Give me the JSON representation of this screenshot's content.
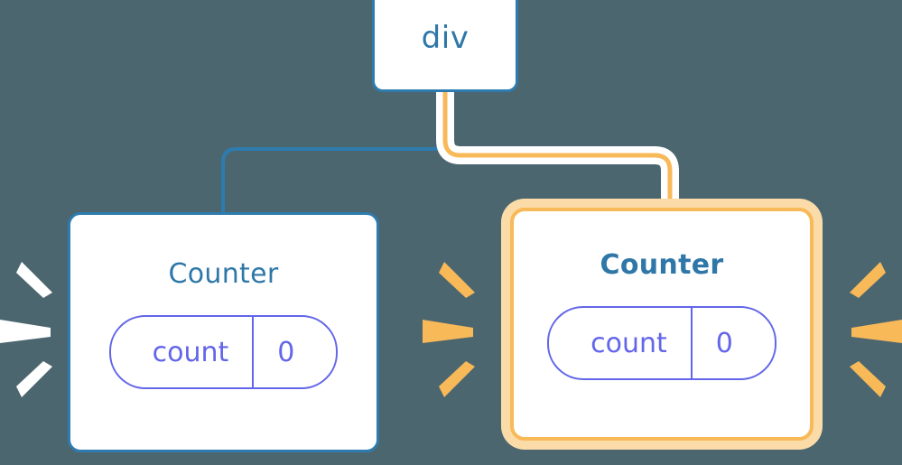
{
  "diagram": {
    "type": "component-tree",
    "background_color": "#4c6670",
    "description": "Component tree showing a div parent with two Counter children; the right Counter is highlighted as re-rendered."
  },
  "root": {
    "label": "div",
    "border_color": "#2e7caf",
    "fill_color": "#ffffff"
  },
  "counters": [
    {
      "title": "Counter",
      "highlighted": false,
      "border_color": "#2e7caf",
      "title_color": "#2e77a8",
      "ray_color": "#ffffff",
      "state": {
        "name": "count",
        "value": "0",
        "color": "#6366e8"
      }
    },
    {
      "title": "Counter",
      "highlighted": true,
      "border_color": "#f8b958",
      "glow_color": "#fbdca8",
      "title_color": "#2e77a8",
      "ray_color": "#f8b958",
      "state": {
        "name": "count",
        "value": "0",
        "color": "#6366e8"
      }
    }
  ],
  "edges": [
    {
      "from": "div",
      "to": "Counter (left)",
      "color": "#2e7caf",
      "active": false
    },
    {
      "from": "div",
      "to": "Counter (right)",
      "color": "#f8b958",
      "halo_color": "#ffffff",
      "active": true
    }
  ],
  "colors": {
    "background": "#4c6670",
    "blue": "#2e7caf",
    "blue_text": "#2e77a8",
    "orange": "#f8b958",
    "orange_pale": "#fbdca8",
    "indigo": "#6366e8",
    "white": "#ffffff"
  }
}
